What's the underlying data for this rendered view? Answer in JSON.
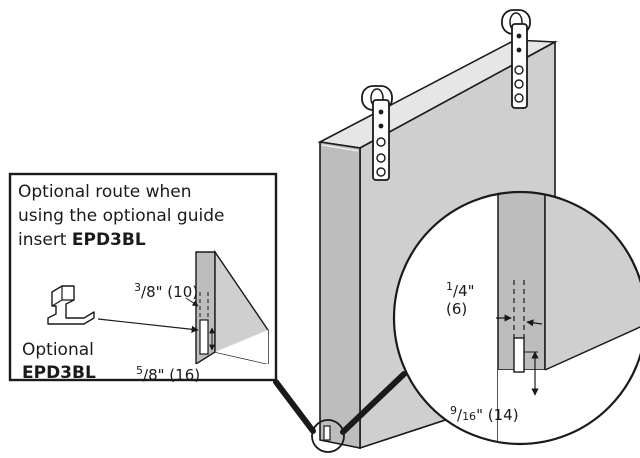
{
  "callout": {
    "line1": "Optional route when",
    "line2": "using the optional guide",
    "line3_prefix": "insert ",
    "line3_part": "EPD3BL"
  },
  "insert_label": {
    "line1": "Optional",
    "line2": "EPD3BL"
  },
  "dimensions": {
    "route_width": {
      "num": "3",
      "den": "8",
      "unit": "\"",
      "metric": "(10)"
    },
    "route_depth": {
      "num": "5",
      "den": "8",
      "unit": "\"",
      "metric": "(16)"
    },
    "groove_width": {
      "num": "1",
      "den": "4",
      "unit": "\"",
      "metric": "(6)"
    },
    "groove_depth": {
      "num": "9",
      "den": "16",
      "unit": "\"",
      "metric": "(14)"
    }
  }
}
